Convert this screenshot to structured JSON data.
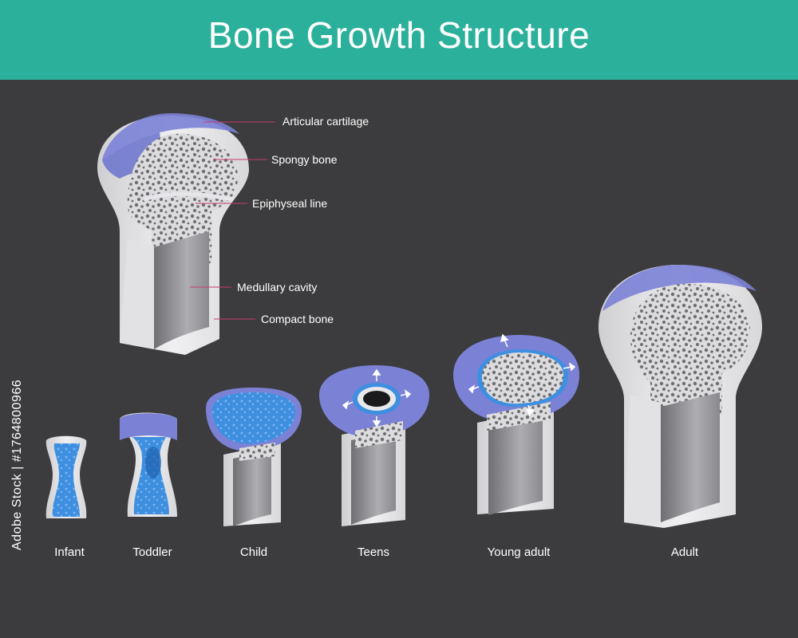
{
  "title": "Bone Growth Structure",
  "parts": [
    {
      "id": "articular",
      "label": "Articular cartilage"
    },
    {
      "id": "spongy",
      "label": "Spongy bone"
    },
    {
      "id": "epiphyseal",
      "label": "Epiphyseal line"
    },
    {
      "id": "medullary",
      "label": "Medullary cavity"
    },
    {
      "id": "compact",
      "label": "Compact bone"
    }
  ],
  "stages": [
    {
      "id": "infant",
      "label": "Infant"
    },
    {
      "id": "toddler",
      "label": "Toddler"
    },
    {
      "id": "child",
      "label": "Child"
    },
    {
      "id": "teens",
      "label": "Teens"
    },
    {
      "id": "young-adult",
      "label": "Young adult"
    },
    {
      "id": "adult",
      "label": "Adult"
    }
  ],
  "stock_id": "Adobe Stock | #1764800966",
  "colors": {
    "header": "#2bb09c",
    "background": "#3c3c3e",
    "bone": "#e8e8ea",
    "cavity": "#9c9ca0",
    "cartilage": "#7b82d6",
    "growth_zone": "#3f8fe0",
    "leader": "#c93a6a"
  }
}
